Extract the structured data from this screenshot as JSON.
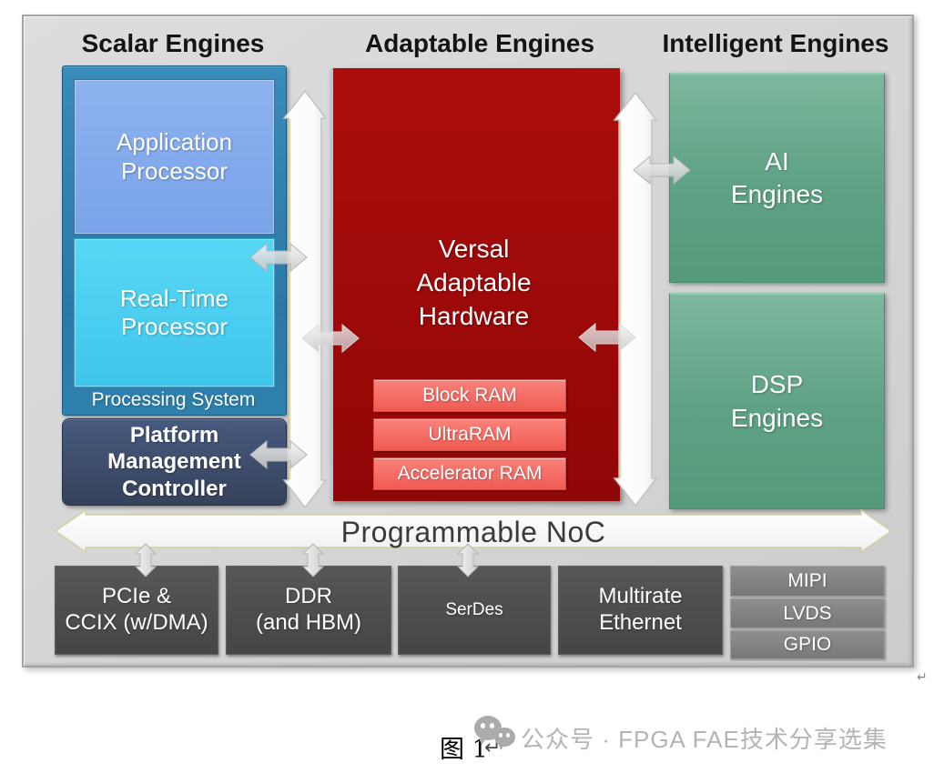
{
  "colors": {
    "frame_gray": "#d4d4d4",
    "processing_system_blue": "#2e81ad",
    "application_blue": "#82aaec",
    "realtime_cyan": "#4bd0f2",
    "pmc_navy": "#3b4c68",
    "adaptable_red": "#a30c0c",
    "ram_salmon": "#f2665e",
    "engine_green": "#61a487",
    "io_dark_gray": "#4c4c4c",
    "io_light_gray": "#838383",
    "noc_white": "#ffffff",
    "noc_edge_yellow": "#d9d2a0",
    "header_text": "#141414",
    "watermark_gray": "#b4b4b4"
  },
  "headers": {
    "scalar": "Scalar Engines",
    "adaptable": "Adaptable Engines",
    "intelligent": "Intelligent Engines"
  },
  "scalar": {
    "application_processor": "Application\nProcessor",
    "realtime_processor": "Real-Time\nProcessor",
    "processing_system": "Processing System",
    "pmc": "Platform\nManagement\nController"
  },
  "adaptable": {
    "title": "Versal\nAdaptable\nHardware",
    "rams": [
      "Block RAM",
      "UltraRAM",
      "Accelerator RAM"
    ]
  },
  "intelligent": {
    "ai": "AI\nEngines",
    "dsp": "DSP\nEngines"
  },
  "noc": {
    "label": "Programmable NoC"
  },
  "io": {
    "pcie": "PCIe &\nCCIX (w/DMA)",
    "ddr": "DDR\n(and HBM)",
    "serdes": "SerDes",
    "ethernet": "Multirate\nEthernet",
    "mipi": "MIPI",
    "lvds": "LVDS",
    "gpio": "GPIO"
  },
  "caption": {
    "figure": "图 1",
    "return_mark": "↵",
    "edge_mark": "↵"
  },
  "watermark": {
    "text": "公众号 · FPGA FAE技术分享选集"
  }
}
